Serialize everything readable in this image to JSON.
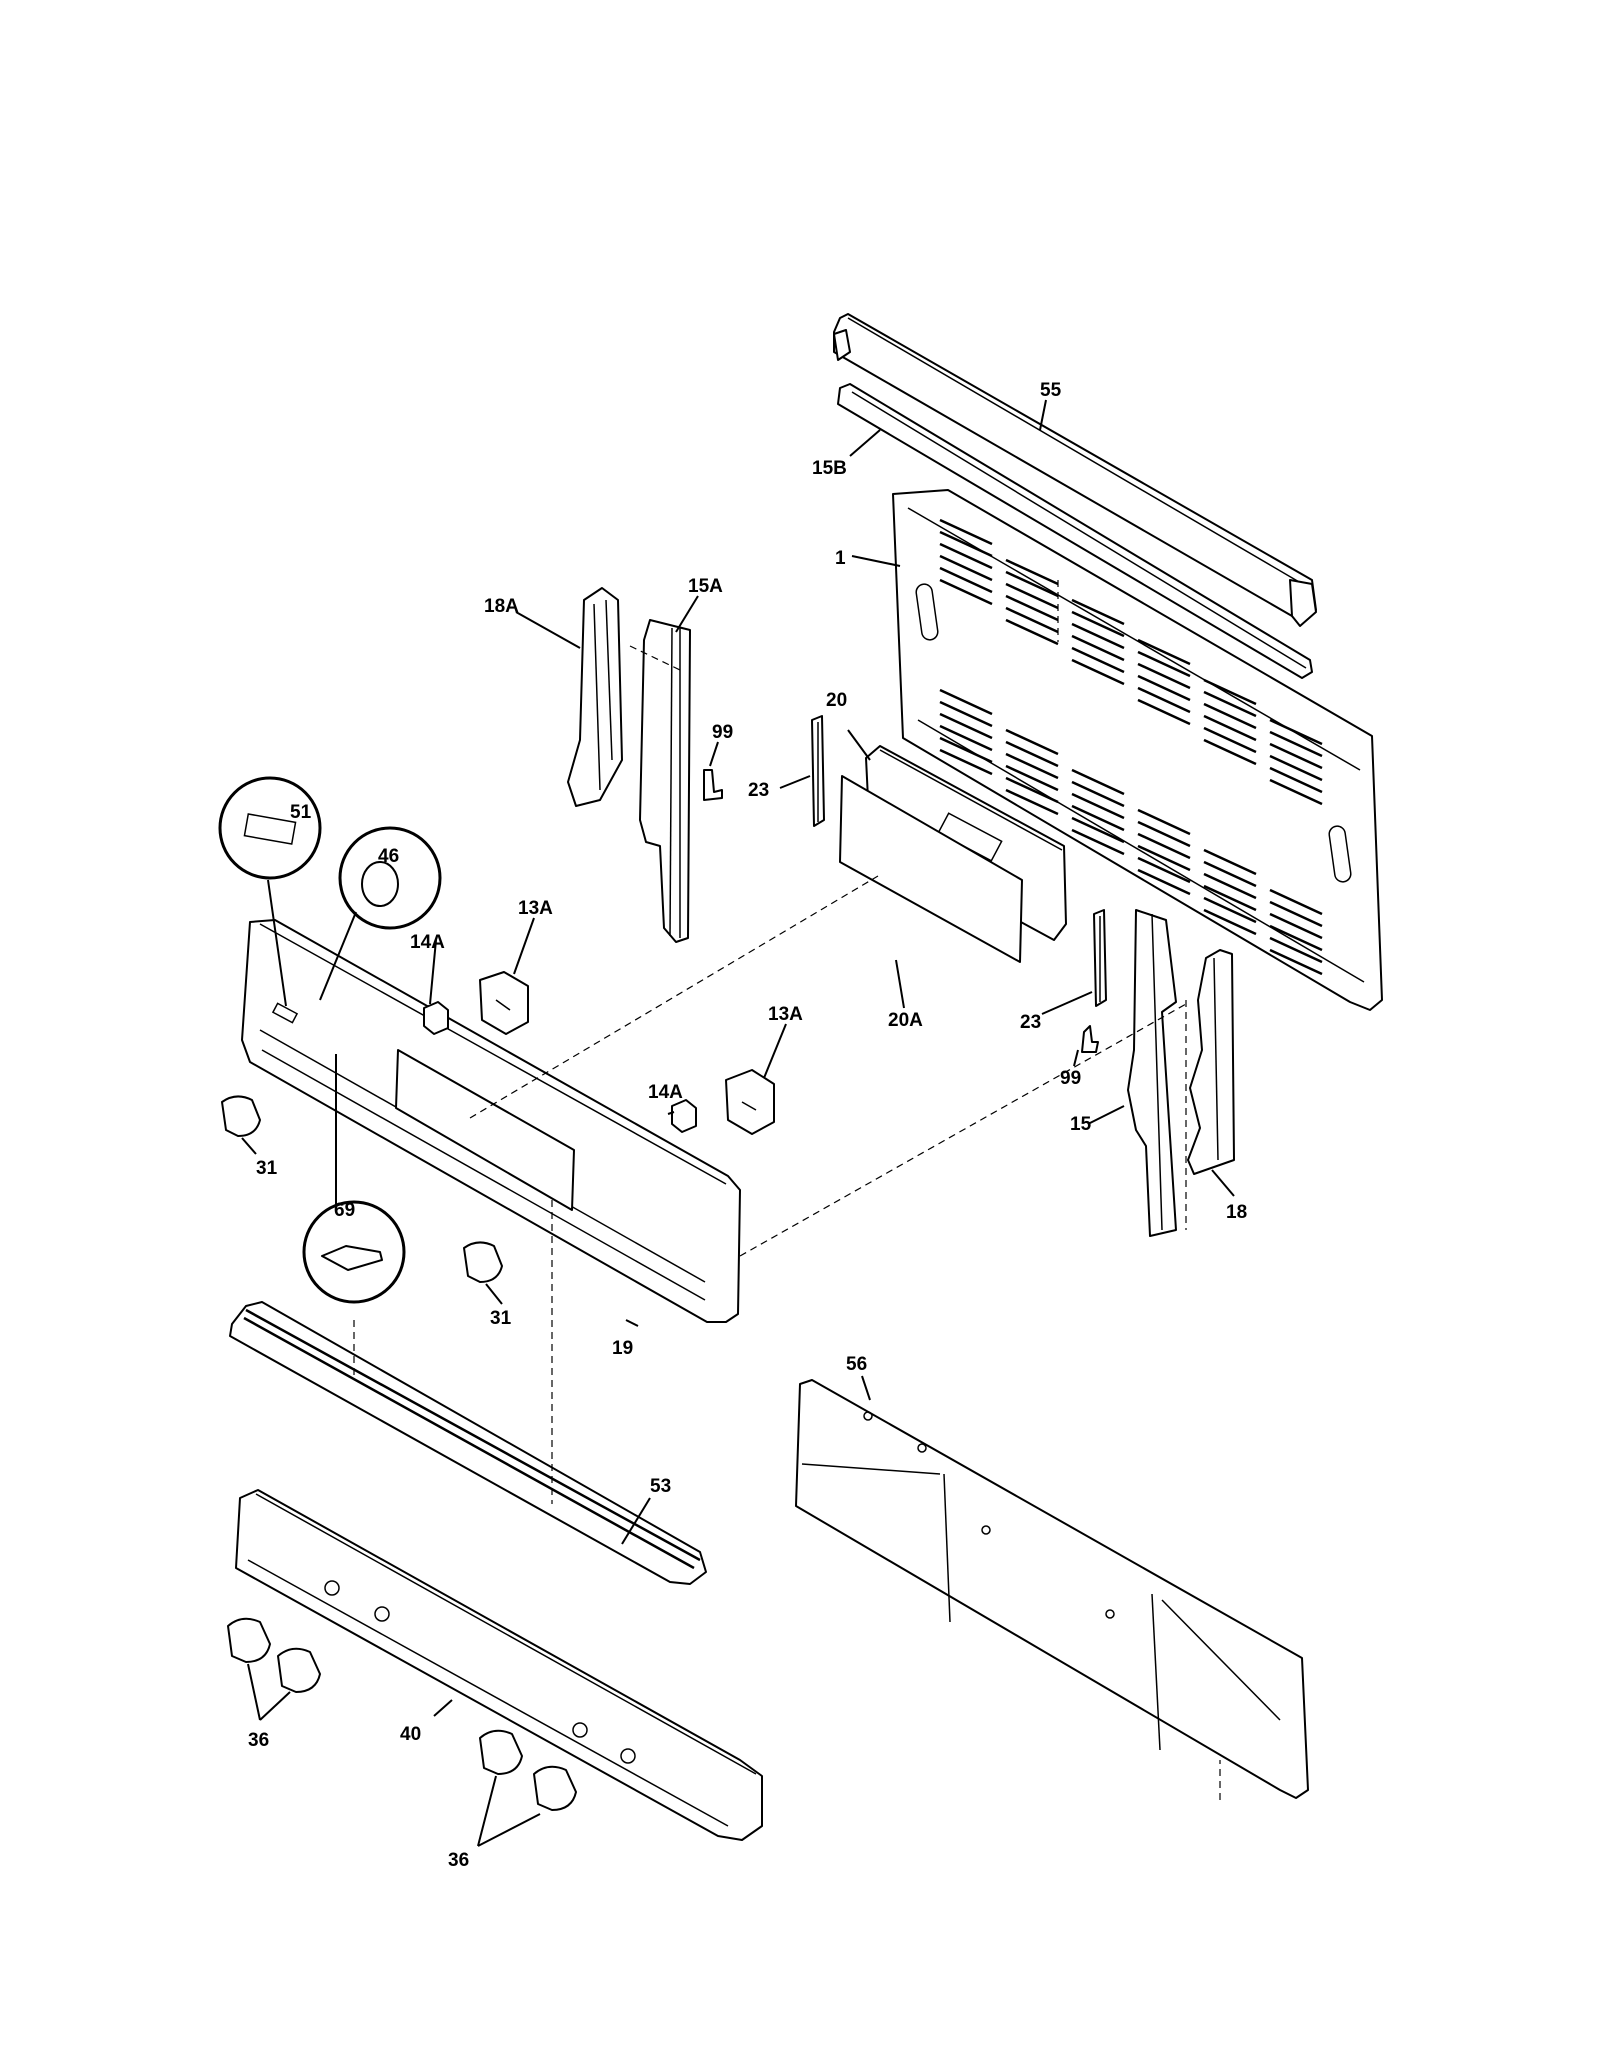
{
  "parts": [
    {
      "id": "p55",
      "label": "55"
    },
    {
      "id": "p15B",
      "label": "15B"
    },
    {
      "id": "p1",
      "label": "1"
    },
    {
      "id": "p18A",
      "label": "18A"
    },
    {
      "id": "p15A",
      "label": "15A"
    },
    {
      "id": "p20",
      "label": "20"
    },
    {
      "id": "p99a",
      "label": "99"
    },
    {
      "id": "p23a",
      "label": "23"
    },
    {
      "id": "p51",
      "label": "51"
    },
    {
      "id": "p46",
      "label": "46"
    },
    {
      "id": "p13Aa",
      "label": "13A"
    },
    {
      "id": "p14Aa",
      "label": "14A"
    },
    {
      "id": "p20A",
      "label": "20A"
    },
    {
      "id": "p23b",
      "label": "23"
    },
    {
      "id": "p99b",
      "label": "99"
    },
    {
      "id": "p13Ab",
      "label": "13A"
    },
    {
      "id": "p14Ab",
      "label": "14A"
    },
    {
      "id": "p15",
      "label": "15"
    },
    {
      "id": "p31a",
      "label": "31"
    },
    {
      "id": "p18",
      "label": "18"
    },
    {
      "id": "p69",
      "label": "69"
    },
    {
      "id": "p31b",
      "label": "31"
    },
    {
      "id": "p19",
      "label": "19"
    },
    {
      "id": "p56",
      "label": "56"
    },
    {
      "id": "p53",
      "label": "53"
    },
    {
      "id": "p36a",
      "label": "36"
    },
    {
      "id": "p40",
      "label": "40"
    },
    {
      "id": "p36b",
      "label": "36"
    }
  ]
}
